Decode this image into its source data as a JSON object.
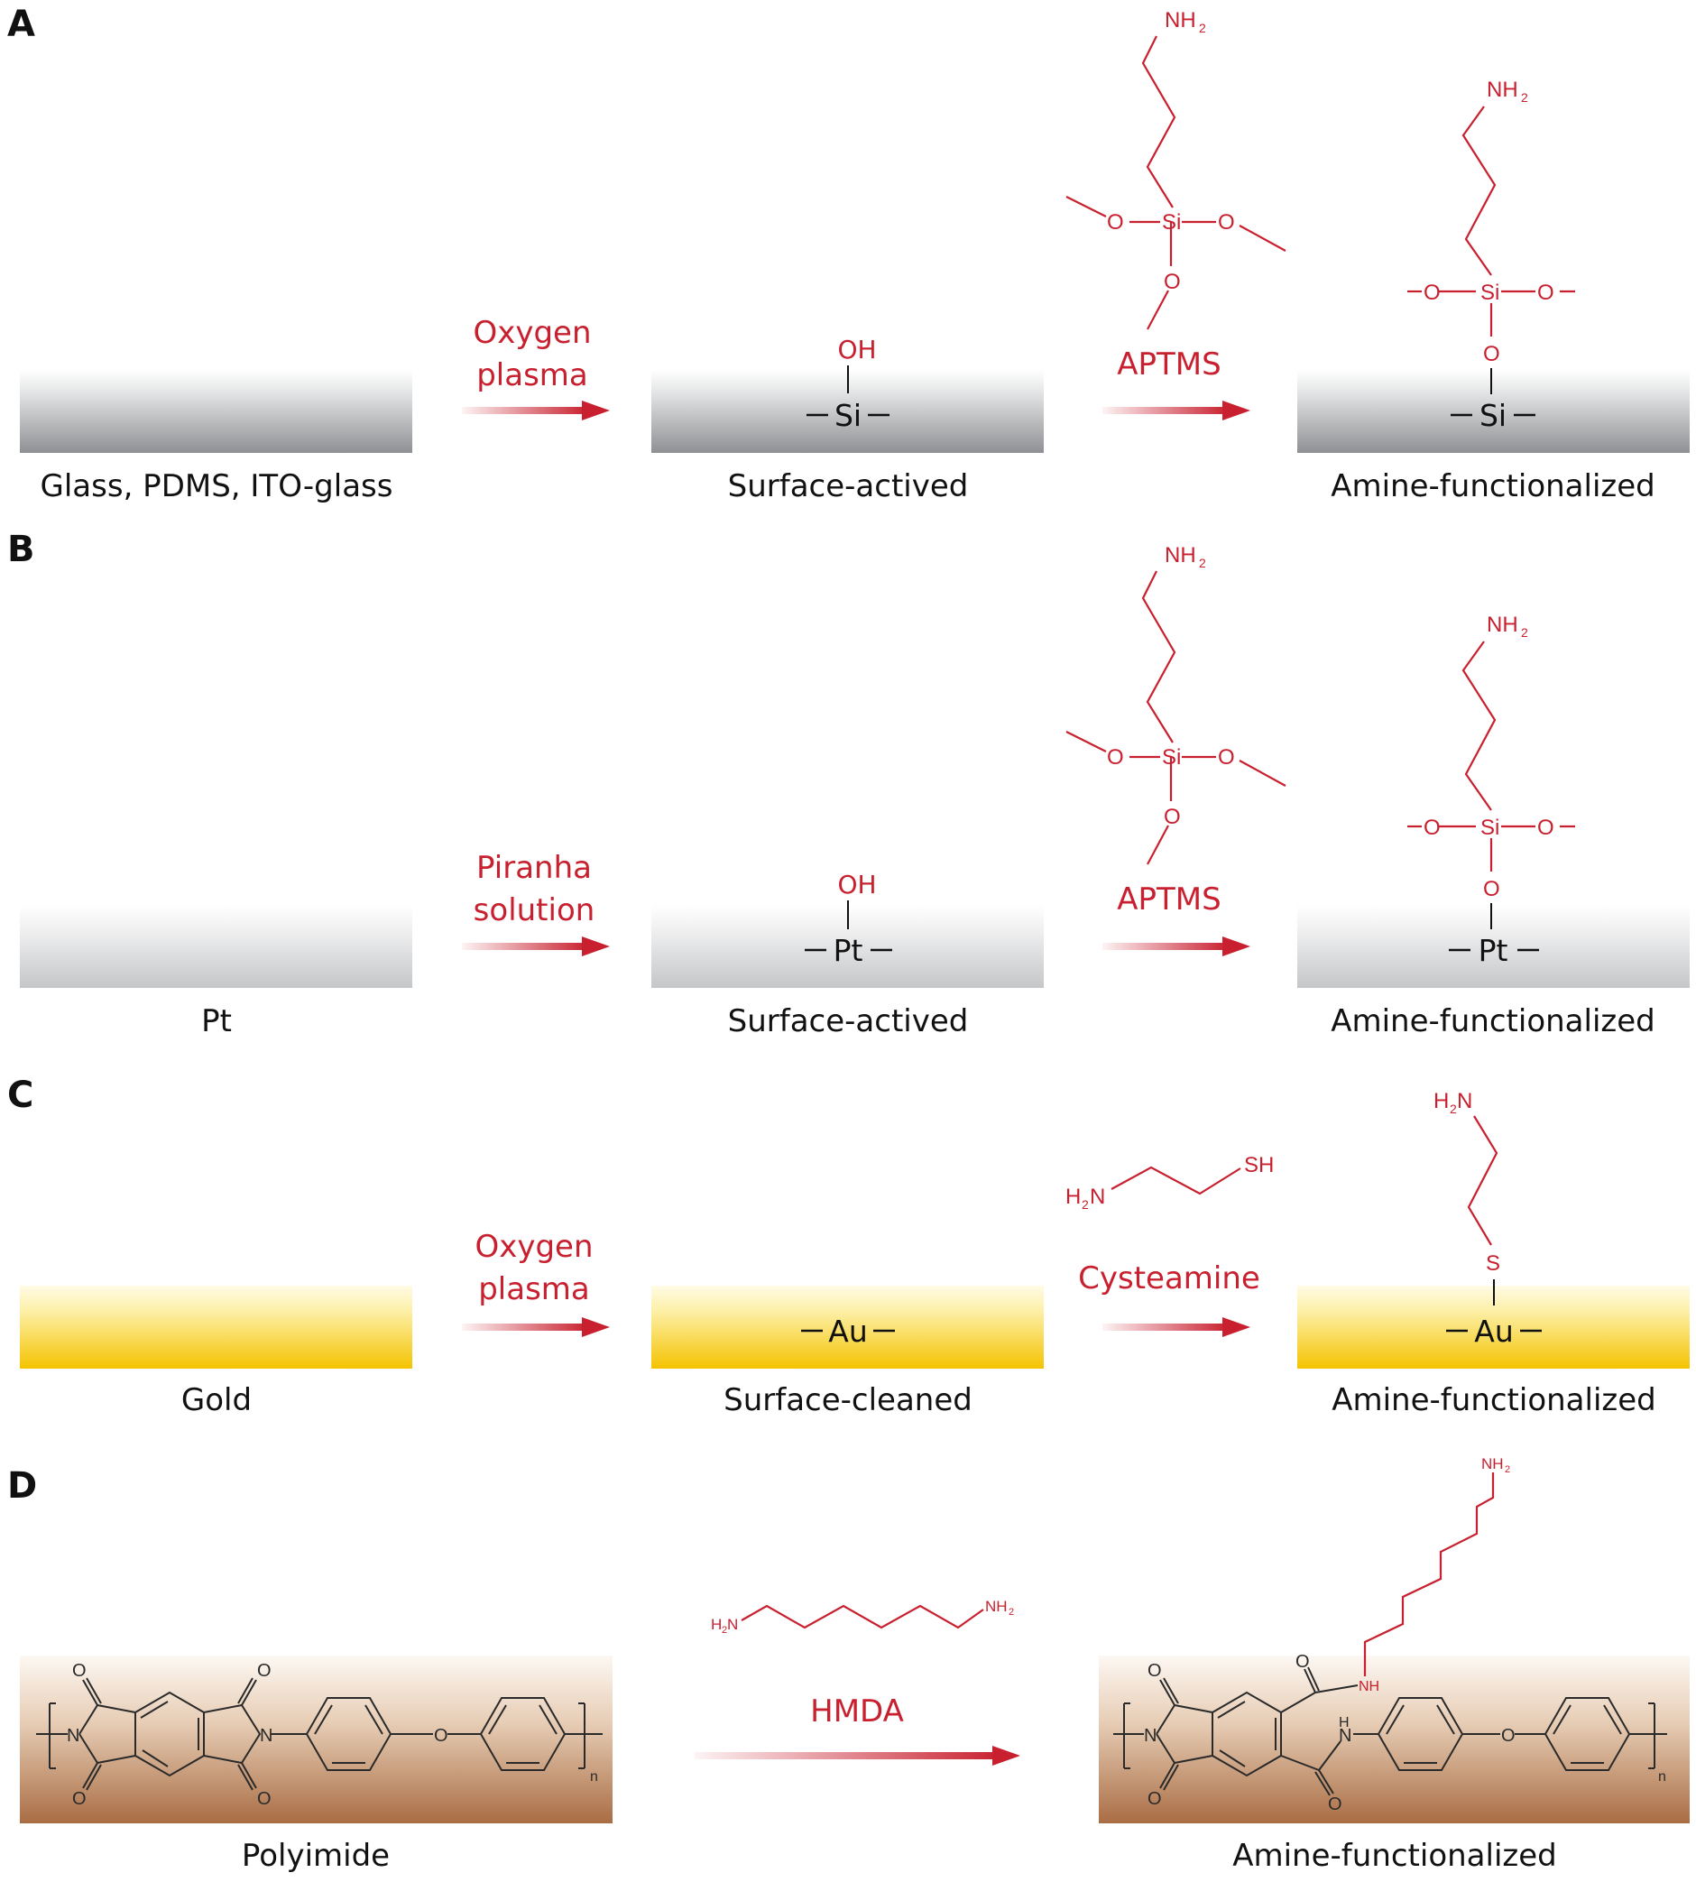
{
  "colors": {
    "accent_red": "#c8202f",
    "black": "#1a1a1a",
    "gray_dark": "#8e9093",
    "gray_light": "#ececee",
    "gray2_dark": "#b8babd",
    "gray2_light": "#f3f3f4",
    "gold_dark": "#f3c400",
    "gold_light": "#fdf6d8",
    "brown_dark": "#a96d44",
    "brown_light": "#fbf5ef"
  },
  "panels": {
    "A": {
      "letter": "A",
      "substrate_label": "Glass, PDMS, ITO-glass",
      "step1_reagent": [
        "Oxygen",
        "plasma"
      ],
      "step1_surface_group": "OH",
      "step1_surface_atom": "Si",
      "step1_label": "Surface-actived",
      "step2_reagent": "APTMS",
      "reagent_structure": {
        "amine": "NH",
        "amine_sub": "2",
        "silicon": "Si",
        "oxygen": "O"
      },
      "final_surface_atom": "Si",
      "final_label": "Amine-functionalized"
    },
    "B": {
      "letter": "B",
      "substrate_label": "Pt",
      "step1_reagent": [
        "Piranha",
        "solution"
      ],
      "step1_surface_group": "OH",
      "step1_surface_atom": "Pt",
      "step1_label": "Surface-actived",
      "step2_reagent": "APTMS",
      "reagent_structure": {
        "amine": "NH",
        "amine_sub": "2",
        "silicon": "Si",
        "oxygen": "O"
      },
      "final_surface_atom": "Pt",
      "final_label": "Amine-functionalized"
    },
    "C": {
      "letter": "C",
      "substrate_label": "Gold",
      "step1_reagent": [
        "Oxygen",
        "plasma"
      ],
      "step1_surface_atom": "Au",
      "step1_label": "Surface-cleaned",
      "step2_reagent": "Cysteamine",
      "reagent_structure": {
        "amine_h": "H",
        "amine_sub": "2",
        "amine_n": "N",
        "thiol": "SH"
      },
      "final_sulfur": "S",
      "final_surface_atom": "Au",
      "final_label": "Amine-functionalized"
    },
    "D": {
      "letter": "D",
      "substrate_label": "Polyimide",
      "reagent": "HMDA",
      "reagent_structure": {
        "left_amine_h": "H",
        "left_amine_sub": "2",
        "left_amine_n": "N",
        "right_amine": "NH",
        "right_amine_sub": "2"
      },
      "polymer_atoms": {
        "oxygen": "O",
        "nitrogen": "N",
        "repeat": "n"
      },
      "final_atoms": {
        "amide": "NH",
        "amide_h": "H",
        "amide_n": "N",
        "amine": "NH",
        "amine_sub": "2"
      },
      "final_label": "Amine-functionalized"
    }
  }
}
